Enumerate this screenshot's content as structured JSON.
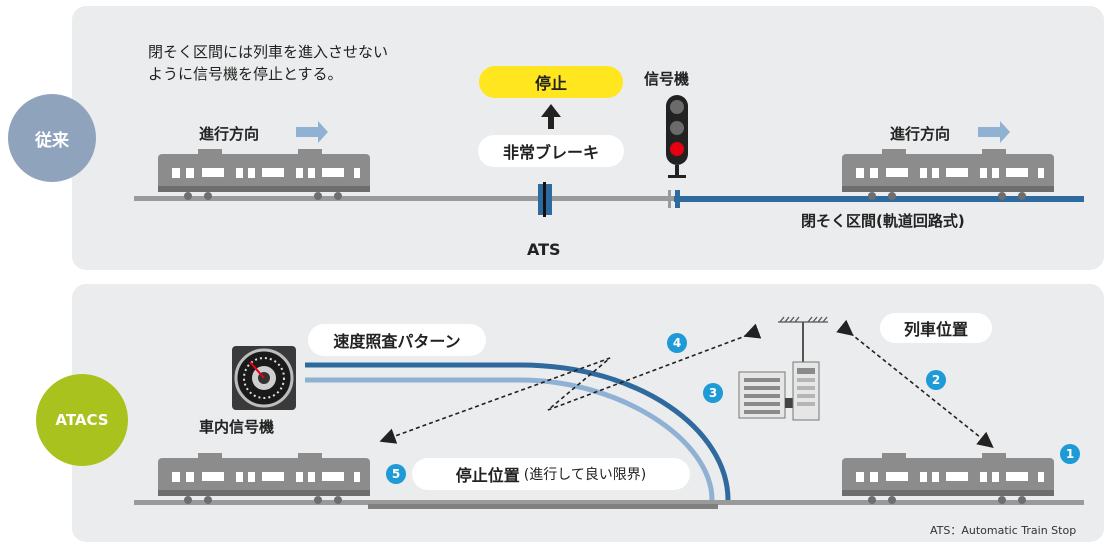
{
  "conventional": {
    "label": "従来",
    "description_line1": "閉そく区間には列車を進入させない",
    "description_line2": "ように信号機を停止とする。",
    "direction_left": "進行方向",
    "direction_right": "進行方向",
    "stop_label": "停止",
    "brake_label": "非常ブレーキ",
    "signal_label": "信号機",
    "ats_label": "ATS",
    "block_section_label": "閉そく区間(軌道回路式)"
  },
  "atacs": {
    "label": "ATACS",
    "speed_pattern_label": "速度照査パターン",
    "onboard_signal_label": "車内信号機",
    "train_position_label": "列車位置",
    "stop_position_label": "停止位置",
    "stop_position_note": "(進行して良い限界)",
    "steps": [
      "1",
      "2",
      "3",
      "4",
      "5"
    ]
  },
  "footnote": "ATS：Automatic Train Stop",
  "colors": {
    "conventional_circle": "#8fa3bd",
    "atacs_circle": "#a9c21e",
    "stop_fill": "#ffe61e",
    "track_blue": "#2f6a9e",
    "arrow_blue": "#8fb1d3",
    "badge_blue": "#1e9ad6"
  }
}
